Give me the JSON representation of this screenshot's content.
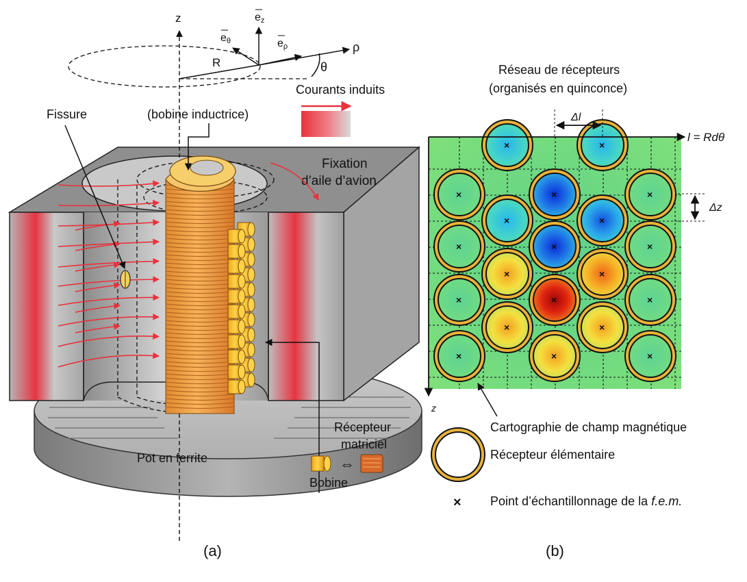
{
  "panel_a": {
    "axis_z": "z",
    "vec_e_theta": "e",
    "vec_e_theta_sub": "θ",
    "vec_e_z": "e",
    "vec_e_z_sub": "z",
    "vec_e_rho": "e",
    "vec_e_rho_sub": "ρ",
    "axis_rho": "ρ",
    "angle_theta": "θ",
    "radius_R": "R",
    "courants_induits": "Courants induits",
    "fissure": "Fissure",
    "bobine_inductrice": "(bobine inductrice)",
    "fixation_line1": "Fixation",
    "fixation_line2": "d’aile d’avion",
    "recepteur_line1": "Récepteur",
    "recepteur_line2": "matriciel",
    "pot_ferrite": "Pot en ferrite",
    "bobine": "Bobine",
    "equiv_symbol": "⇔",
    "caption": "(a)"
  },
  "panel_b": {
    "title_line1": "Réseau de récepteurs",
    "title_line2": "(organisés en quinconce)",
    "delta_l": "Δl",
    "axis_l": "l = Rdθ",
    "delta_z": "Δz",
    "axis_z": "z",
    "legend_map": "Cartographie de champ magnétique",
    "legend_receiver": "Récepteur élémentaire",
    "legend_sample_prefix": "Point d’échantillonnage de la ",
    "legend_sample_italic": "f.e.m.",
    "sample_marker": "×",
    "caption": "(b)"
  },
  "colors": {
    "induced_current": "#e8323c",
    "coil_orange": "#f0a040",
    "coil_yellow": "#f5c23a",
    "block_grey": "#a8a8a8",
    "ring_gold": "#e8b23a"
  }
}
